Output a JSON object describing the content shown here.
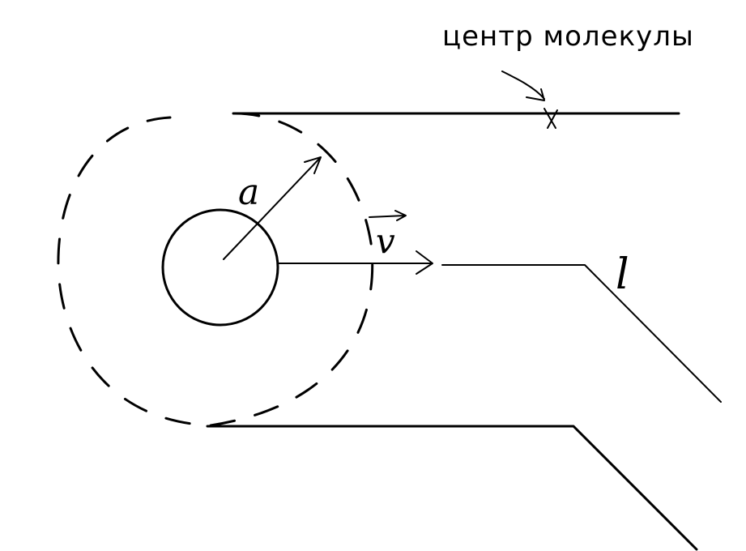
{
  "diagram": {
    "ink_color": "#000000",
    "background": "#ffffff",
    "labels": {
      "molecule_center": "центр молекулы",
      "radius": "a",
      "velocity": "v",
      "length": "l"
    }
  }
}
